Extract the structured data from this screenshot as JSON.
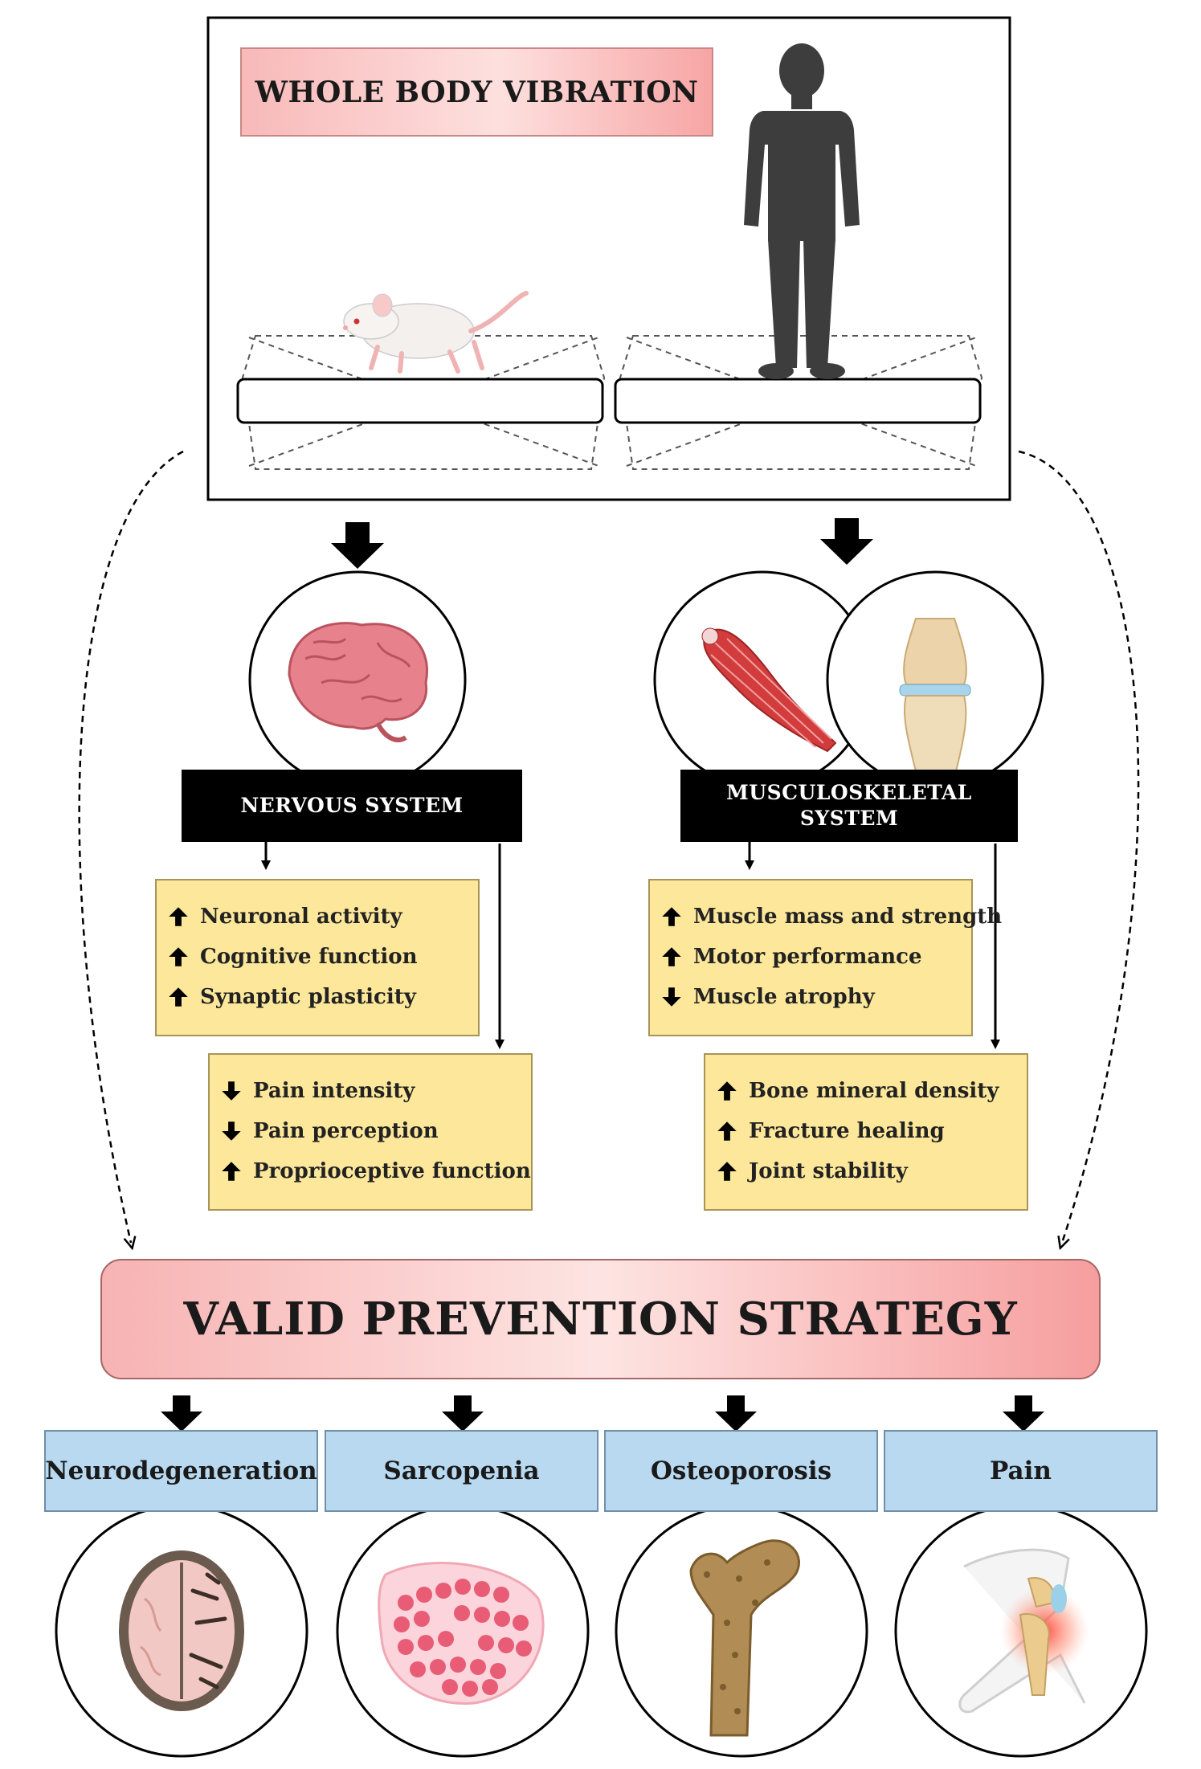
{
  "title": "WHOLE BODY VIBRATION",
  "systems": {
    "nervous": {
      "label": "NERVOUS SYSTEM",
      "effects_primary": [
        {
          "direction": "up",
          "text": "Neuronal activity"
        },
        {
          "direction": "up",
          "text": "Cognitive function"
        },
        {
          "direction": "up",
          "text": "Synaptic plasticity"
        }
      ],
      "effects_secondary": [
        {
          "direction": "down",
          "text": "Pain intensity"
        },
        {
          "direction": "down",
          "text": "Pain perception"
        },
        {
          "direction": "up",
          "text": "Proprioceptive function"
        }
      ]
    },
    "musculoskeletal": {
      "label_line1": "MUSCULOSKELETAL",
      "label_line2": "SYSTEM",
      "effects_primary": [
        {
          "direction": "up",
          "text": "Muscle mass and strength"
        },
        {
          "direction": "up",
          "text": "Motor performance"
        },
        {
          "direction": "down",
          "text": "Muscle atrophy"
        }
      ],
      "effects_secondary": [
        {
          "direction": "up",
          "text": "Bone mineral density"
        },
        {
          "direction": "up",
          "text": "Fracture healing"
        },
        {
          "direction": "up",
          "text": "Joint stability"
        }
      ]
    }
  },
  "strategy": "VALID PREVENTION STRATEGY",
  "conditions": [
    {
      "label": "Neurodegeneration",
      "icon": "brain-scan-icon"
    },
    {
      "label": "Sarcopenia",
      "icon": "muscle-tissue-icon"
    },
    {
      "label": "Osteoporosis",
      "icon": "femur-bone-icon"
    },
    {
      "label": "Pain",
      "icon": "painful-knee-icon"
    }
  ],
  "colors": {
    "title_pink": "#f8b9b9",
    "effect_yellow": "#fce79a",
    "condition_blue": "#b8d9ef",
    "label_black": "#000000"
  }
}
